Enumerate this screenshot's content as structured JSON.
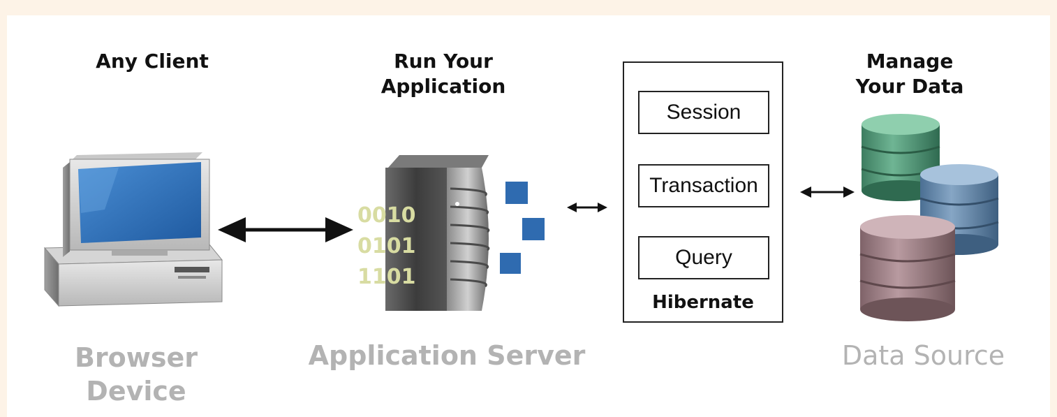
{
  "columns": {
    "client": {
      "heading": "Any Client",
      "caption_line1": "Browser",
      "caption_line2": "Device"
    },
    "server": {
      "heading_line1": "Run Your",
      "heading_line2": "Application",
      "caption": "Application Server"
    },
    "data": {
      "heading_line1": "Manage",
      "heading_line2": "Your Data",
      "caption": "Data Source"
    }
  },
  "hibernate": {
    "label": "Hibernate",
    "components": [
      "Session",
      "Transaction",
      "Query"
    ]
  },
  "binary_digits": [
    "0010",
    "0101",
    "1101"
  ],
  "colors": {
    "monitor_screen": "#2e6fb8",
    "server_body": "#4a4a4a",
    "block_blue": "#2f6bb0",
    "db_green": "#4f9a7a",
    "db_blue": "#5f84a8",
    "db_mauve": "#9c7f85",
    "binary_text": "#d8dca2",
    "caption_gray": "#b3b3b3"
  },
  "icons": [
    "computer-icon",
    "server-icon",
    "database-icon"
  ]
}
